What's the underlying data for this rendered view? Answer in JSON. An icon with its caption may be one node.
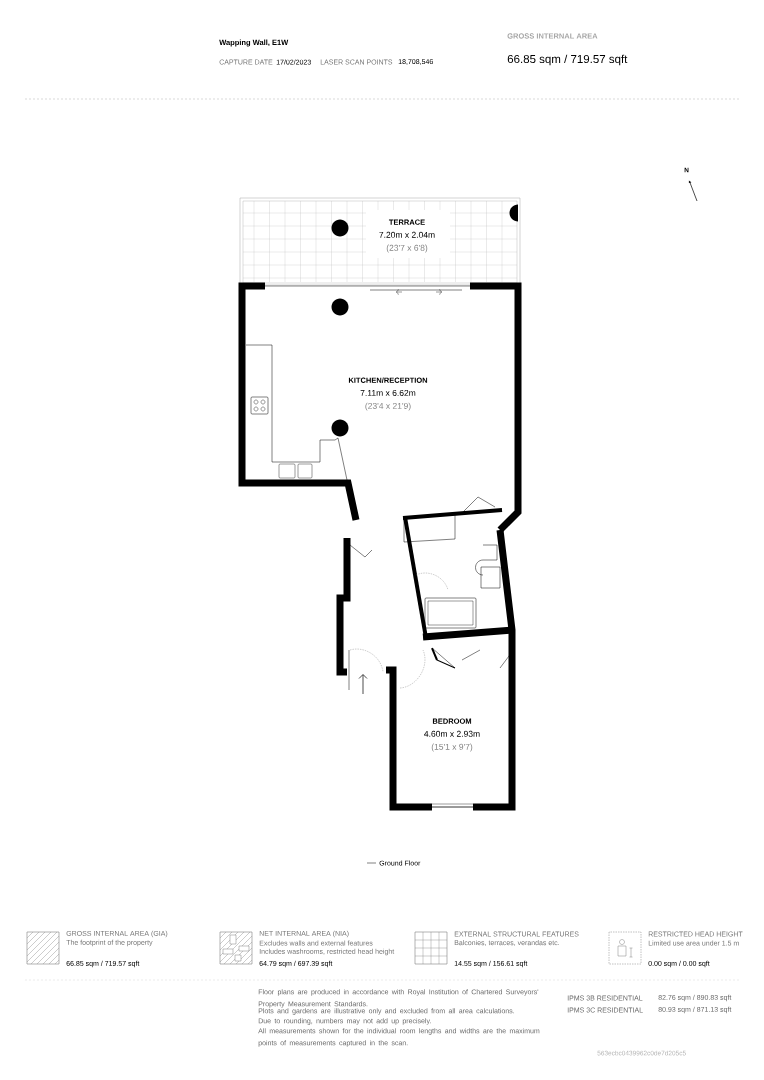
{
  "diagram": {
    "title": "Wapping Wall, E1W",
    "nodes": [
      {
        "text": [
          "TERRACE",
          "7.20m x 2.04m",
          "(23'7 x 6'8)"
        ]
      },
      {
        "text": [
          "KITCHEN/RECEPTION",
          "7.11m x 6.62m",
          "(23'4 x 21'9)"
        ]
      },
      {
        "text": [
          "BEDROOM",
          "4.60m x 2.93m",
          "(15'1 x 9'7)"
        ]
      }
    ],
    "labels": [
      "CAPTURE DATE",
      "17/02/2023",
      "LASER SCAN POINTS",
      "18,708,546",
      "GROSS INTERNAL AREA",
      "66.85 sqm / 719.57 sqft",
      "N",
      "Ground Floor",
      "The footprint of the property",
      "66.85 sqm / 719.57 sqft",
      "Excludes walls and external features",
      "Includes washrooms, restricted head height",
      "64.79 sqm / 697.39 sqft",
      "Balconies, terraces, verandas etc.",
      "14.55 sqm / 156.61 sqft",
      "Limited use area under 1.5 m",
      "0.00 sqm / 0.00 sqft",
      "Floor plans are produced in accordance with Royal Institution of Chartered Surveyors' Property Measurement Standards.",
      "Plots and gardens are illustrative only and excluded from all area calculations.",
      "Due to rounding, numbers may not add up precisely.",
      "All measurements shown for the individual room lengths and widths are the maximum points of measurements captured in the scan.",
      "IPMS 3B RESIDENTIAL",
      "82.76 sqm / 890.83 sqft",
      "IPMS 3C RESIDENTIAL",
      "80.93 sqm / 871.13 sqft",
      "563ecbc0439962c0de7d205c5"
    ],
    "legend": [
      {
        "text": "GROSS INTERNAL AREA (GIA)"
      },
      {
        "text": "NET INTERNAL AREA (NIA)"
      },
      {
        "text": "EXTERNAL STRUCTURAL FEATURES"
      },
      {
        "text": "RESTRICTED HEAD HEIGHT"
      }
    ]
  }
}
